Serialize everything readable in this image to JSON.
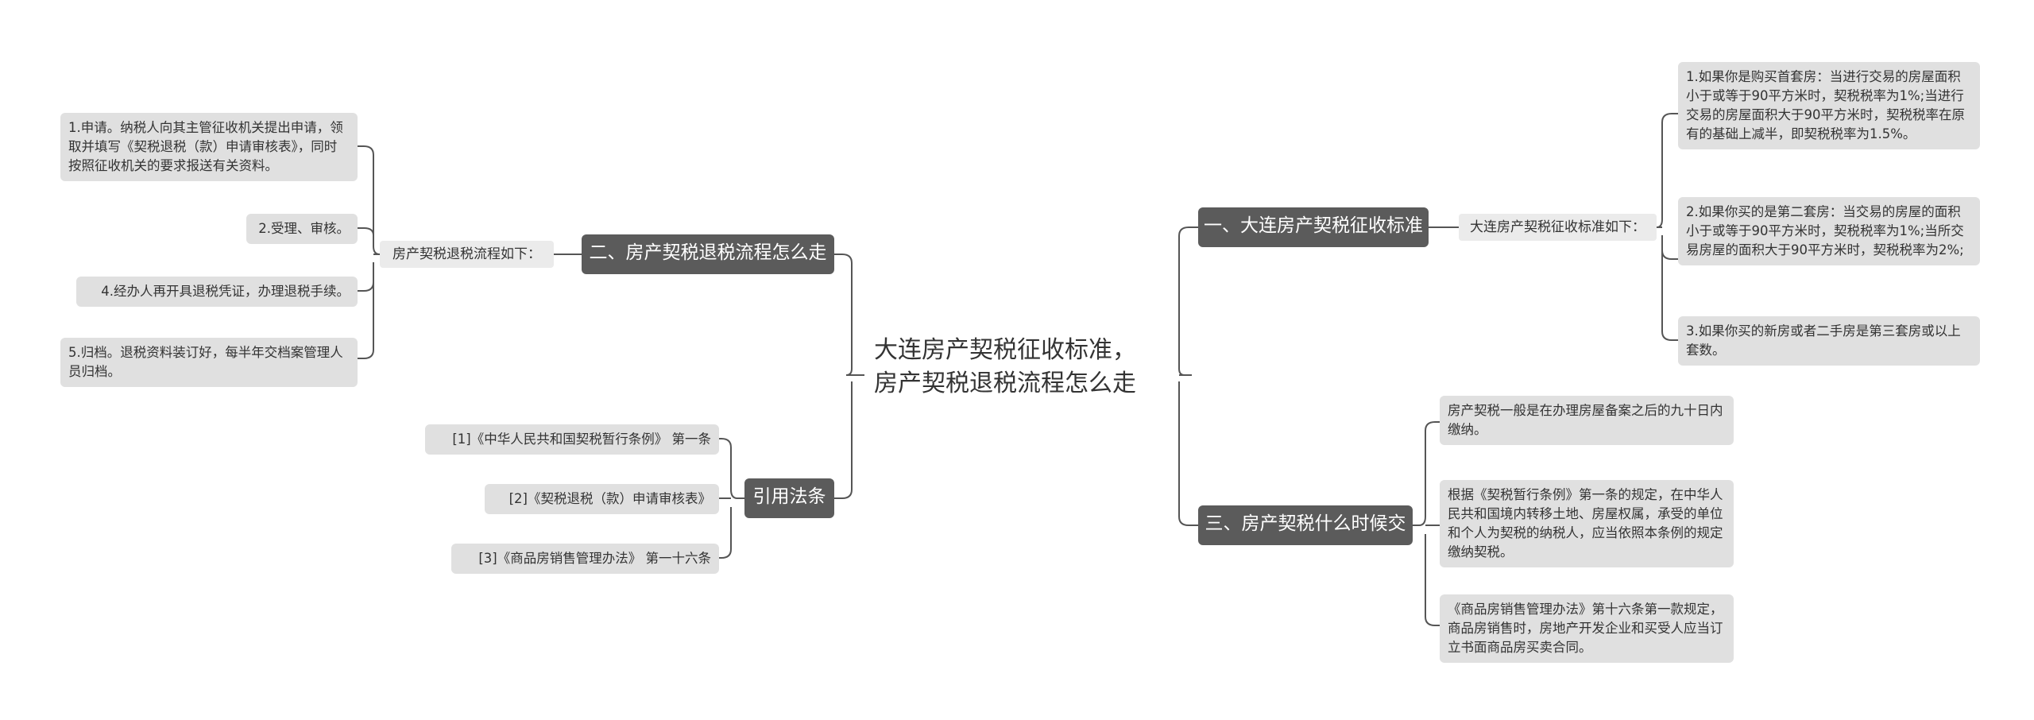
{
  "title": "大连房产契税征收标准，\n房产契税退税流程怎么走",
  "colors": {
    "topic_bg": "#5b5b5b",
    "topic_text": "#ffffff",
    "leaf_bg": "#e0e0e0",
    "line": "#555555",
    "text": "#333333"
  },
  "left": {
    "refund_process": {
      "label": "二、房产契税退税流程怎么走",
      "intro": "房产契税退税流程如下：",
      "steps": [
        "1.申请。纳税人向其主管征收机关提出申请，领取并填写《契税退税（款）申请审核表》，同时按照征收机关的要求报送有关资料。",
        "2.受理、审核。",
        "4.经办人再开具退税凭证，办理退税手续。",
        "5.归档。退税资料装订好，每半年交档案管理人员归档。"
      ]
    },
    "citations": {
      "label": "引用法条",
      "items": [
        "[1]《中华人民共和国契税暂行条例》 第一条",
        "[2]《契税退税（款）申请审核表》",
        "[3]《商品房销售管理办法》 第一十六条"
      ]
    }
  },
  "right": {
    "tax_standard": {
      "label": "一、大连房产契税征收标准",
      "intro": "大连房产契税征收标准如下：",
      "items": [
        "1.如果你是购买首套房：当进行交易的房屋面积小于或等于90平方米时，契税税率为1%;当进行交易的房屋面积大于90平方米时，契税税率在原有的基础上减半，即契税税率为1.5%。",
        "2.如果你买的是第二套房：当交易的房屋的面积小于或等于90平方米时，契税税率为1%;当所交易房屋的面积大于90平方米时，契税税率为2%;",
        "3.如果你买的新房或者二手房是第三套房或以上套数。"
      ]
    },
    "when_to_pay": {
      "label": "三、房产契税什么时候交",
      "items": [
        "房产契税一般是在办理房屋备案之后的九十日内缴纳。",
        "根据《契税暂行条例》第一条的规定，在中华人民共和国境内转移土地、房屋权属，承受的单位和个人为契税的纳税人，应当依照本条例的规定缴纳契税。",
        "《商品房销售管理办法》第十六条第一款规定，商品房销售时，房地产开发企业和买受人应当订立书面商品房买卖合同。"
      ]
    }
  }
}
